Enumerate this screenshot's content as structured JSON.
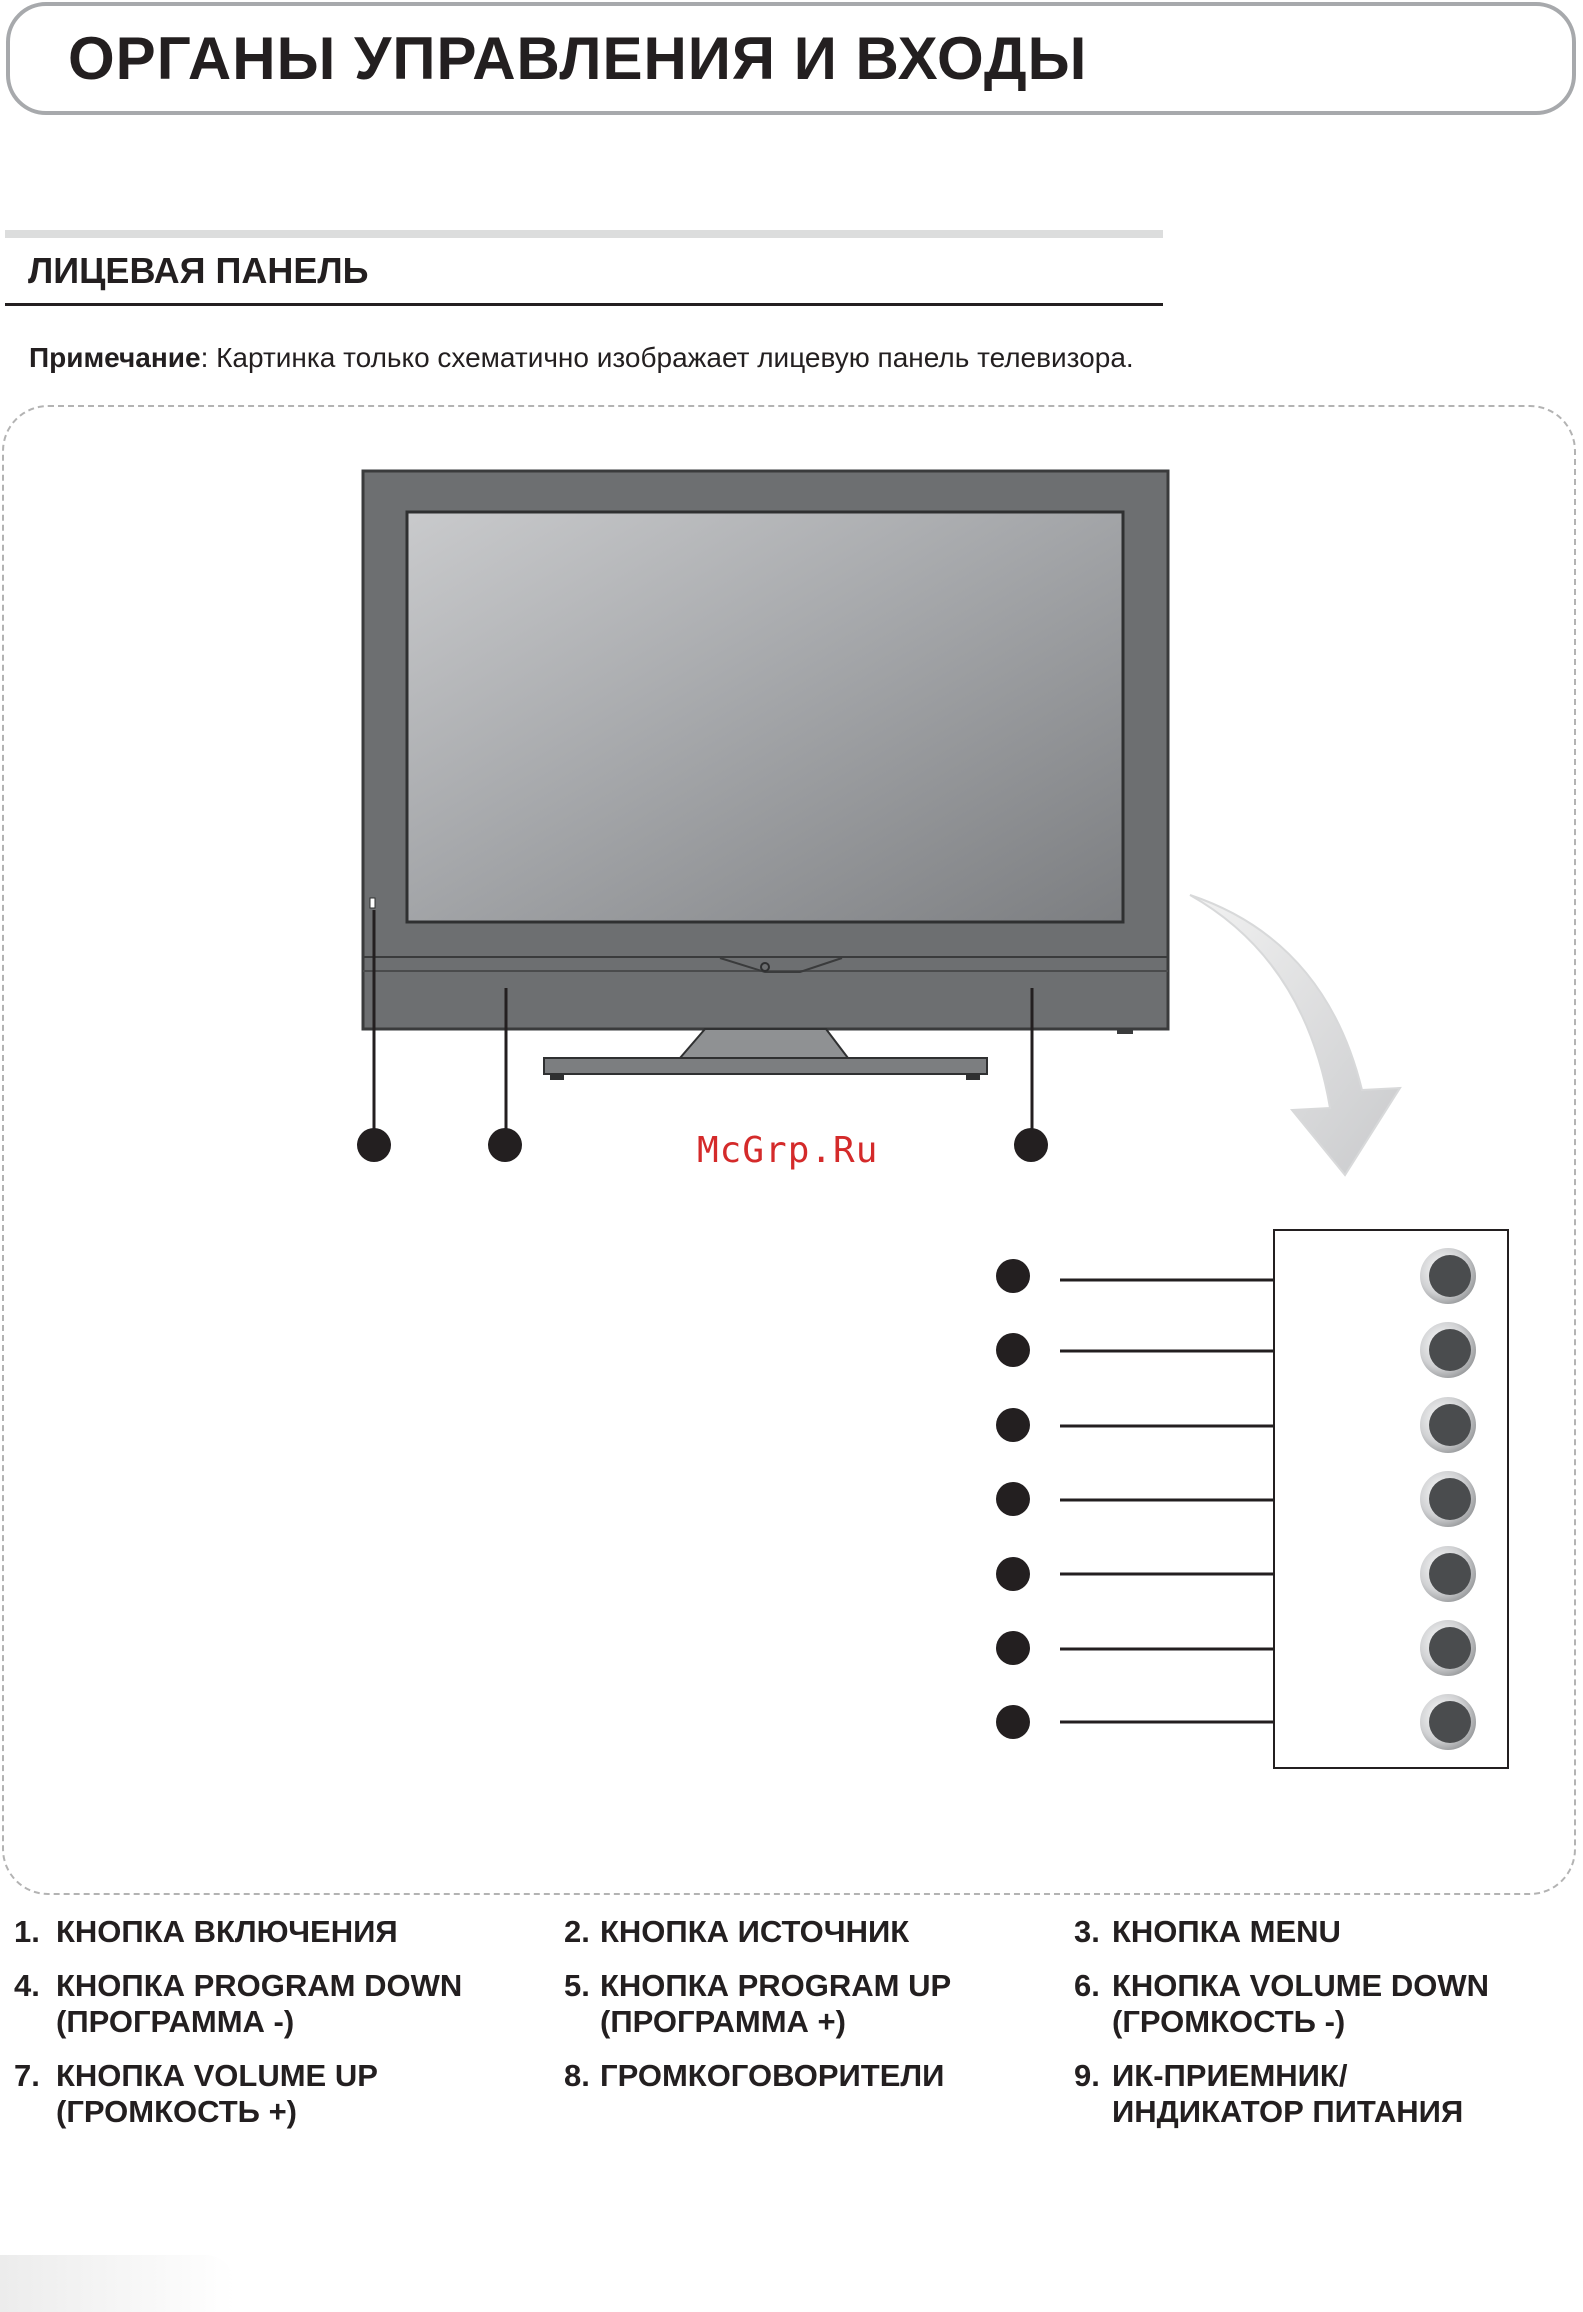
{
  "header": {
    "title": "ОРГАНЫ УПРАВЛЕНИЯ И ВХОДЫ"
  },
  "section": {
    "title": "ЛИЦЕВАЯ ПАНЕЛЬ"
  },
  "note": {
    "label": "Примечание",
    "text": ": Картинка только схематично изображает лицевую панель телевизора."
  },
  "watermark": "McGrp.Ru",
  "legend": [
    {
      "num": "1.",
      "text": "КНОПКА ВКЛЮЧЕНИЯ"
    },
    {
      "num": "2.",
      "text": "КНОПКА ИСТОЧНИК"
    },
    {
      "num": "3.",
      "text": "КНОПКА MENU"
    },
    {
      "num": "4.",
      "text": "КНОПКА PROGRAM DOWN\n(ПРОГРАММА -)"
    },
    {
      "num": "5.",
      "text": "КНОПКА PROGRAM UP\n(ПРОГРАММА +)"
    },
    {
      "num": "6.",
      "text": "КНОПКА VOLUME DOWN\n(ГРОМКОСТЬ -)"
    },
    {
      "num": "7.",
      "text": "КНОПКА VOLUME UP\n(ГРОМКОСТЬ +)"
    },
    {
      "num": "8.",
      "text": "ГРОМКОГОВОРИТЕЛИ"
    },
    {
      "num": "9.",
      "text": "ИК-ПРИЕМНИК/\nИНДИКАТОР ПИТАНИЯ"
    }
  ]
}
